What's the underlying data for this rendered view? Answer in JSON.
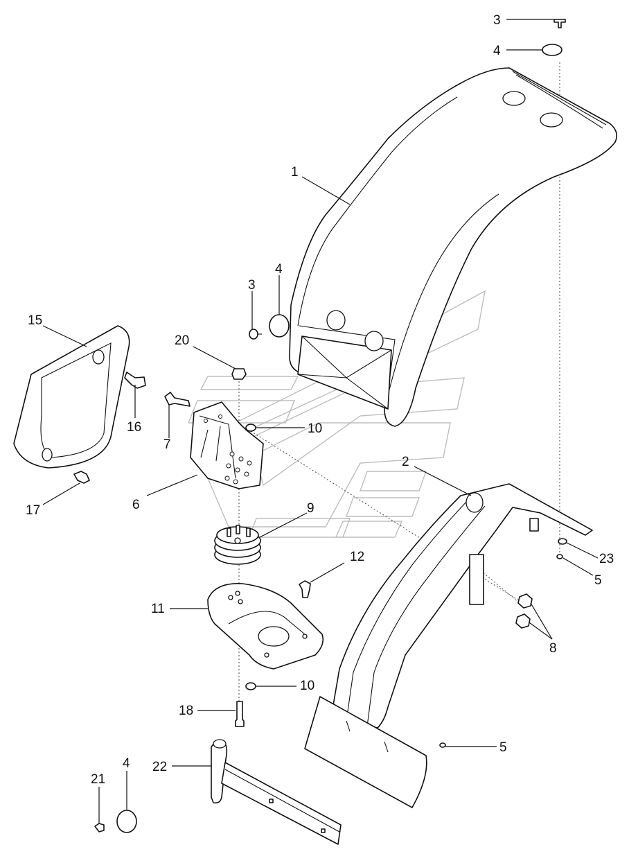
{
  "callouts": {
    "c1": "1",
    "c2": "2",
    "c3_top": "3",
    "c3_mid": "3",
    "c4_top": "4",
    "c4_mid": "4",
    "c4_bottom": "4",
    "c5_right": "5",
    "c5_bottom": "5",
    "c6": "6",
    "c7": "7",
    "c8": "8",
    "c9": "9",
    "c10_upper": "10",
    "c10_lower": "10",
    "c11": "11",
    "c12": "12",
    "c15": "15",
    "c16": "16",
    "c17": "17",
    "c18": "18",
    "c20": "20",
    "c21": "21",
    "c22": "22",
    "c23": "23"
  },
  "colors": {
    "line": "#111111",
    "watermark": "#bdbdbd",
    "background": "#ffffff"
  }
}
